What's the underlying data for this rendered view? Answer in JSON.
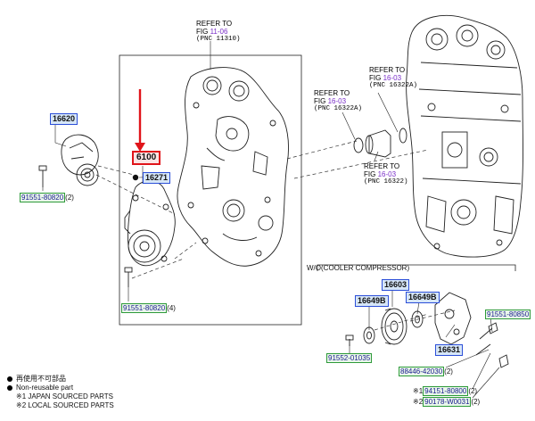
{
  "refs": {
    "top": {
      "a": "REFER TO",
      "b": "FIG",
      "fig": "11-06",
      "pnc": "(PNC 11310)"
    },
    "left": {
      "a": "REFER TO",
      "b": "FIG",
      "fig": "16-03",
      "pnc": "(PNC 16322A)"
    },
    "right": {
      "a": "REFER TO",
      "b": "FIG",
      "fig": "16-03",
      "pnc": "(PNC 16322A)"
    },
    "bottom": {
      "a": "REFER TO",
      "b": "FIG",
      "fig": "16-03",
      "pnc": "(PNC 16322)"
    }
  },
  "parts": {
    "p16620": "16620",
    "p6100": "6100",
    "p16271": "16271",
    "p16603": "16603",
    "p16649a": "16649B",
    "p16649b": "16649B",
    "p16631": "16631"
  },
  "part_groups": {
    "g1": {
      "no": "91551-80820",
      "qty": "(2)"
    },
    "g2": {
      "no": "91551-80820",
      "qty": "(4)"
    },
    "g3": {
      "no": "91551-80850",
      "qty": ""
    },
    "g4": {
      "no": "91552-01035",
      "qty": ""
    },
    "g5": {
      "no": "88446-42030",
      "qty": "(2)"
    },
    "g6": {
      "pre": "※1",
      "no": "94151-80800",
      "qty": "(2)"
    },
    "g7": {
      "pre": "※2",
      "no": "90178-W0031",
      "qty": "(2)"
    }
  },
  "section_label": "W/O(COOLER COMPRESSOR)",
  "legend": {
    "l1": "再使用不可部品",
    "l2": "Non-reusable part",
    "l3": "※1 JAPAN SOURCED PARTS",
    "l4": "※2 LOCAL SOURCED PARTS"
  },
  "colors": {
    "highlight": "#e0141a",
    "pn_border": "#2c4fd8",
    "pg_border": "#2e9a3a",
    "fig_link": "#7a2fc8"
  }
}
